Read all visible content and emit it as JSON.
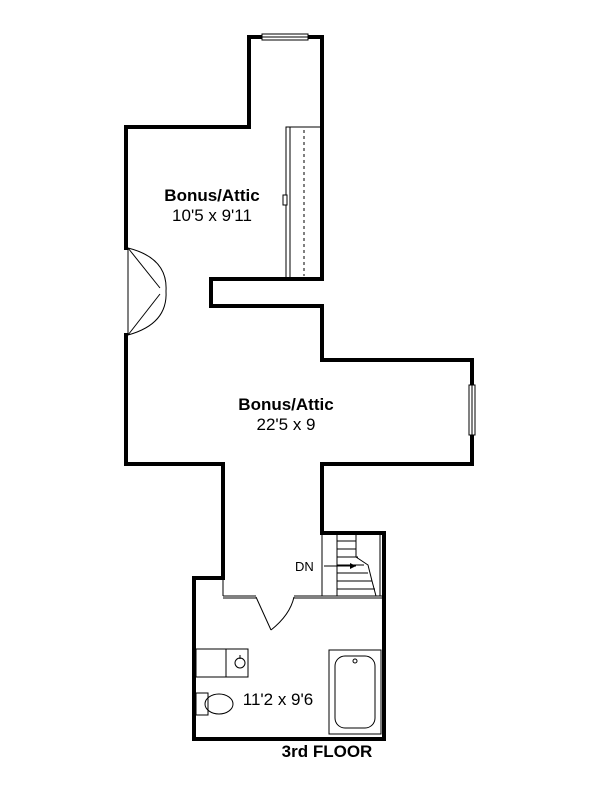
{
  "rooms": {
    "upper_attic": {
      "name": "Bonus/Attic",
      "size": "10'5 x 9'11"
    },
    "main_attic": {
      "name": "Bonus/Attic",
      "size": "22'5 x 9"
    },
    "bath": {
      "size": "11'2 x 9'6"
    }
  },
  "stairs": {
    "label": "DN"
  },
  "floor_label": "3rd FLOOR"
}
